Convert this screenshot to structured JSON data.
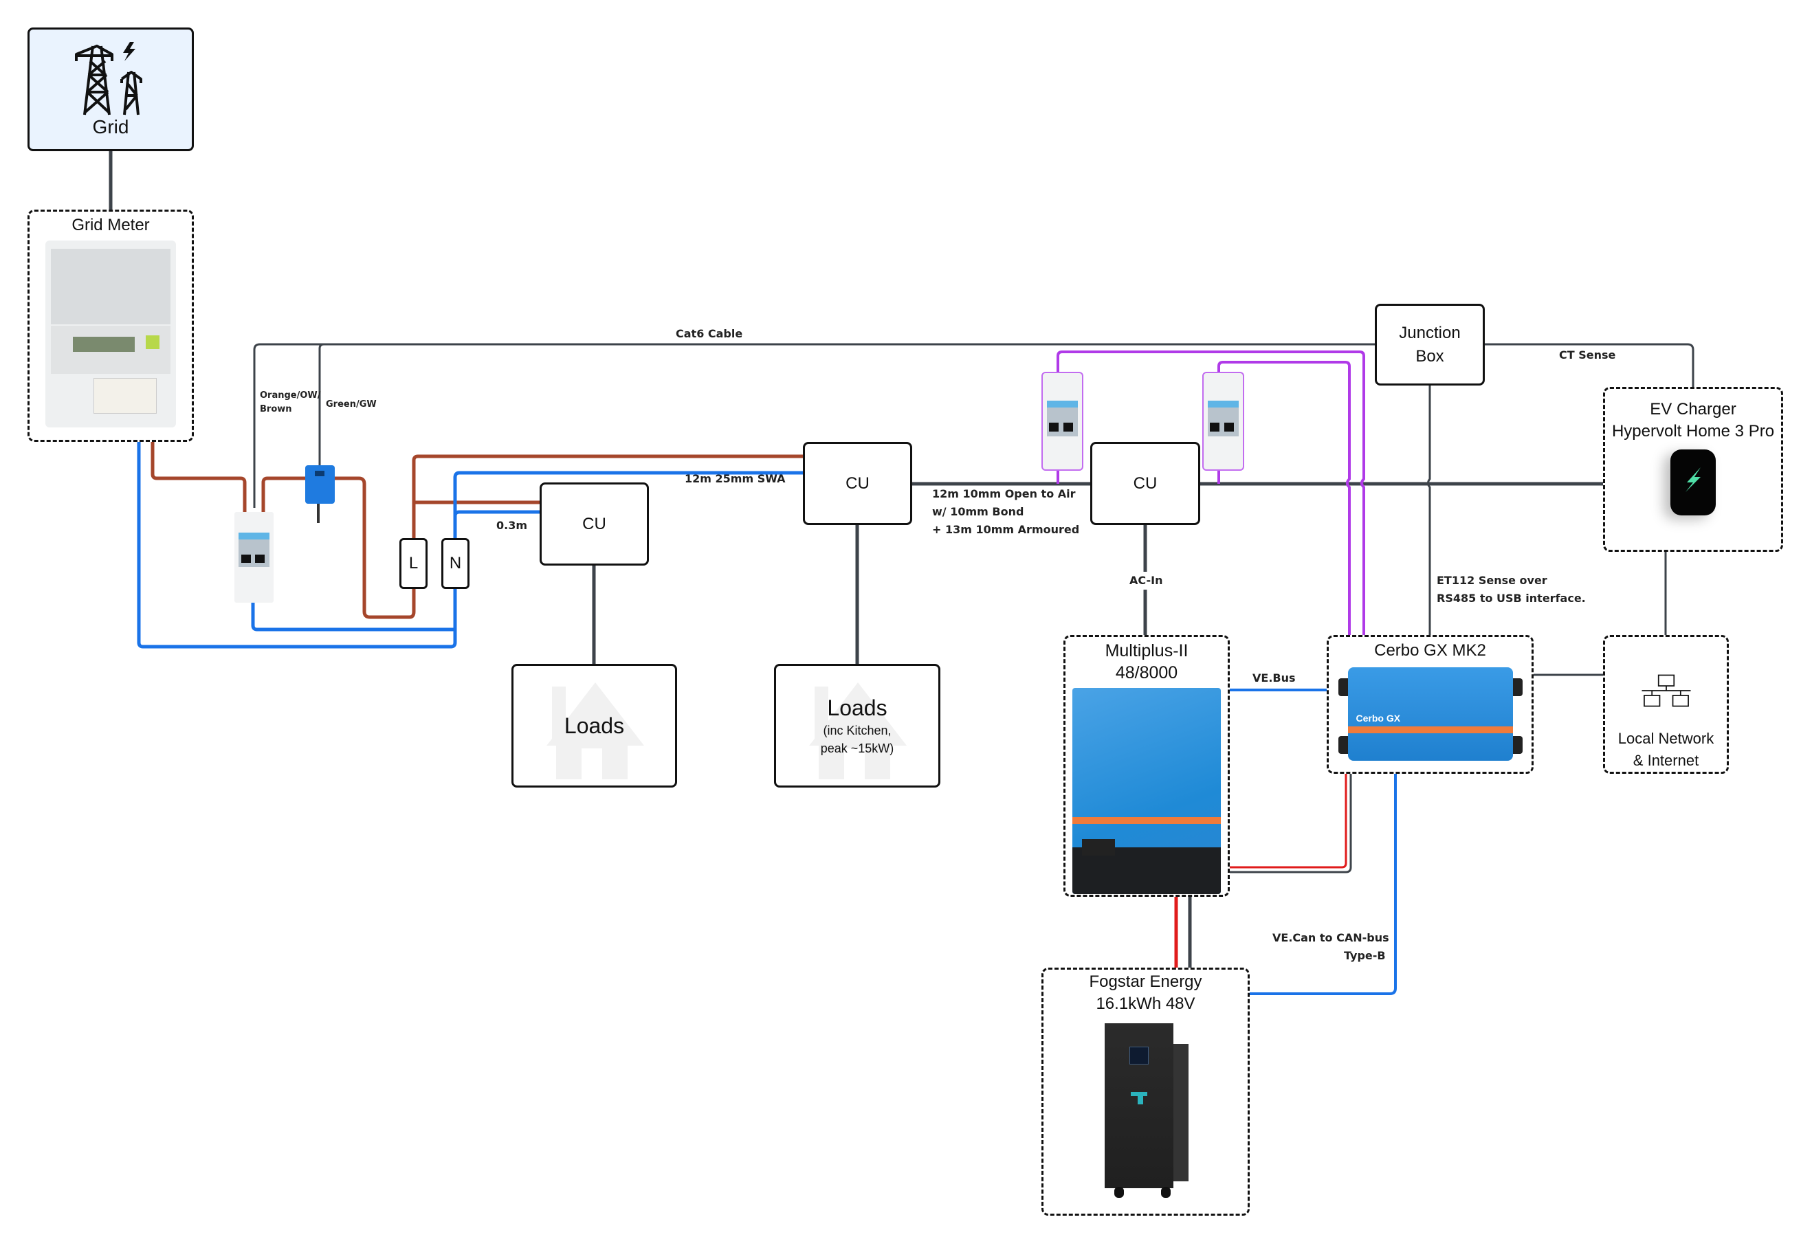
{
  "nodes": {
    "grid": {
      "label": "Grid",
      "icon": "power-pylon-icon"
    },
    "grid_meter": {
      "label": "Grid Meter",
      "icon": "smart-meter-image"
    },
    "cu1": {
      "label": "CU"
    },
    "cu2": {
      "label": "CU"
    },
    "cu3": {
      "label": "CU"
    },
    "live_block": {
      "label": "L"
    },
    "neutral_block": {
      "label": "N"
    },
    "loads1": {
      "label": "Loads",
      "icon": "house-icon"
    },
    "loads2": {
      "label": "Loads",
      "sublabel_line1": "(inc Kitchen,",
      "sublabel_line2": "peak ~15kW)",
      "icon": "house-icon"
    },
    "junction_box": {
      "line1": "Junction",
      "line2": "Box"
    },
    "ev_charger": {
      "line1": "EV Charger",
      "line2": "Hypervolt Home 3 Pro",
      "icon": "ev-charger-image"
    },
    "multiplus": {
      "line1": "Multiplus-II",
      "line2": "48/8000",
      "icon": "inverter-image"
    },
    "cerbo": {
      "label": "Cerbo GX MK2",
      "device_text": "Cerbo GX",
      "icon": "cerbo-gx-image"
    },
    "local_network": {
      "line1": "Local Network",
      "line2": "& Internet",
      "icon": "network-icon"
    },
    "battery": {
      "line1": "Fogstar Energy",
      "line2": "16.1kWh 48V",
      "icon": "battery-image"
    }
  },
  "labels": {
    "cat6": "Cat6 Cable",
    "ct_sense": "CT Sense",
    "orange_brown_1": "Orange/OW/",
    "orange_brown_2": "Brown",
    "green_gw": "Green/GW",
    "swa": "12m 25mm SWA",
    "short_run": "0.3m",
    "open_air_1": "12m 10mm Open to Air",
    "open_air_2": "w/ 10mm Bond",
    "open_air_3": "+ 13m 10mm Armoured",
    "ac_in": "AC-In",
    "et112_1": "ET112 Sense over",
    "et112_2": "RS485 to USB interface.",
    "vebus": "VE.Bus",
    "vecan_1": "VE.Can to CAN-bus",
    "vecan_2": "Type-B"
  },
  "colors": {
    "live": "#a5462b",
    "neutral": "#1a73e8",
    "signal": "#3d434a",
    "et112_link": "#b03ae8",
    "dc_positive": "#e01b1b",
    "grid_fill": "#eaf3fe"
  }
}
